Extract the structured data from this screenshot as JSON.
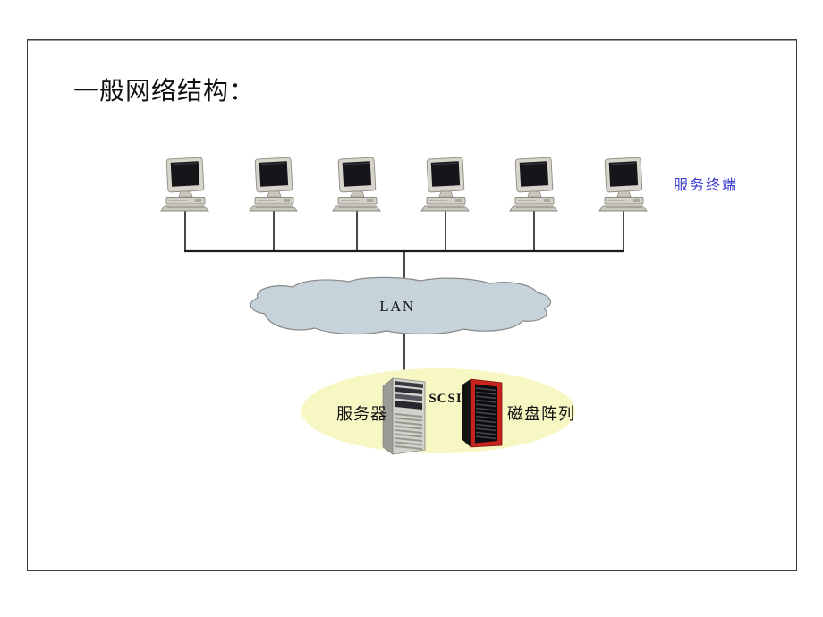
{
  "slide": {
    "title": "一般网络结构："
  },
  "diagram": {
    "terminal_count": 6,
    "labels": {
      "terminals": "服务终端",
      "lan": "LAN",
      "server": "服务器",
      "bus_link": "SCSI",
      "disk_array": "磁盘阵列"
    },
    "colors": {
      "terminal_label_blue": "#3b3bcf",
      "cloud_fill": "#c6d3da",
      "cloud_stroke": "#8a8a8a",
      "highlight_ellipse_fill": "#f7f7c4",
      "wire": "#1c1c1c",
      "disk_array_frame_red": "#c6241e"
    }
  }
}
